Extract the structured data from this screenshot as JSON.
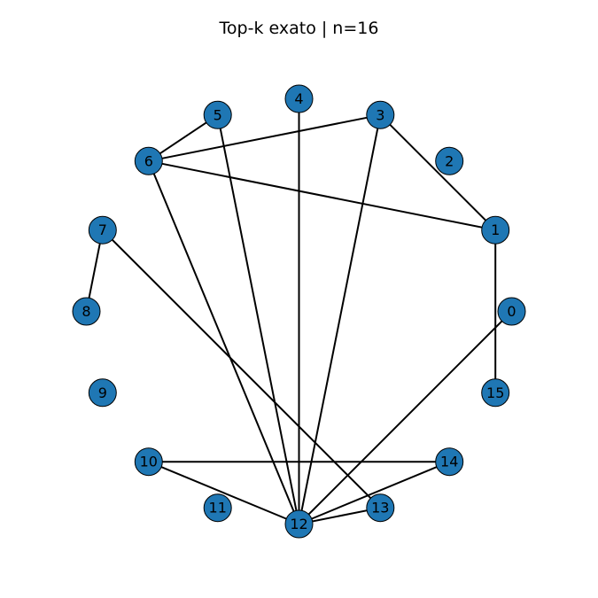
{
  "title": "Top-k exato | n=16",
  "colors": {
    "node_fill": "#1f77b4",
    "node_stroke": "#000000",
    "edge": "#000000",
    "background": "#ffffff"
  },
  "graph": {
    "layout": "circular",
    "nodes": [
      "0",
      "1",
      "2",
      "3",
      "4",
      "5",
      "6",
      "7",
      "8",
      "9",
      "10",
      "11",
      "12",
      "13",
      "14",
      "15"
    ],
    "edges": [
      [
        "1",
        "15"
      ],
      [
        "1",
        "3"
      ],
      [
        "1",
        "6"
      ],
      [
        "3",
        "6"
      ],
      [
        "3",
        "12"
      ],
      [
        "5",
        "6"
      ],
      [
        "5",
        "12"
      ],
      [
        "6",
        "12"
      ],
      [
        "4",
        "12"
      ],
      [
        "7",
        "8"
      ],
      [
        "7",
        "13"
      ],
      [
        "0",
        "12"
      ],
      [
        "10",
        "14"
      ],
      [
        "10",
        "12"
      ],
      [
        "12",
        "13"
      ],
      [
        "12",
        "14"
      ]
    ]
  }
}
